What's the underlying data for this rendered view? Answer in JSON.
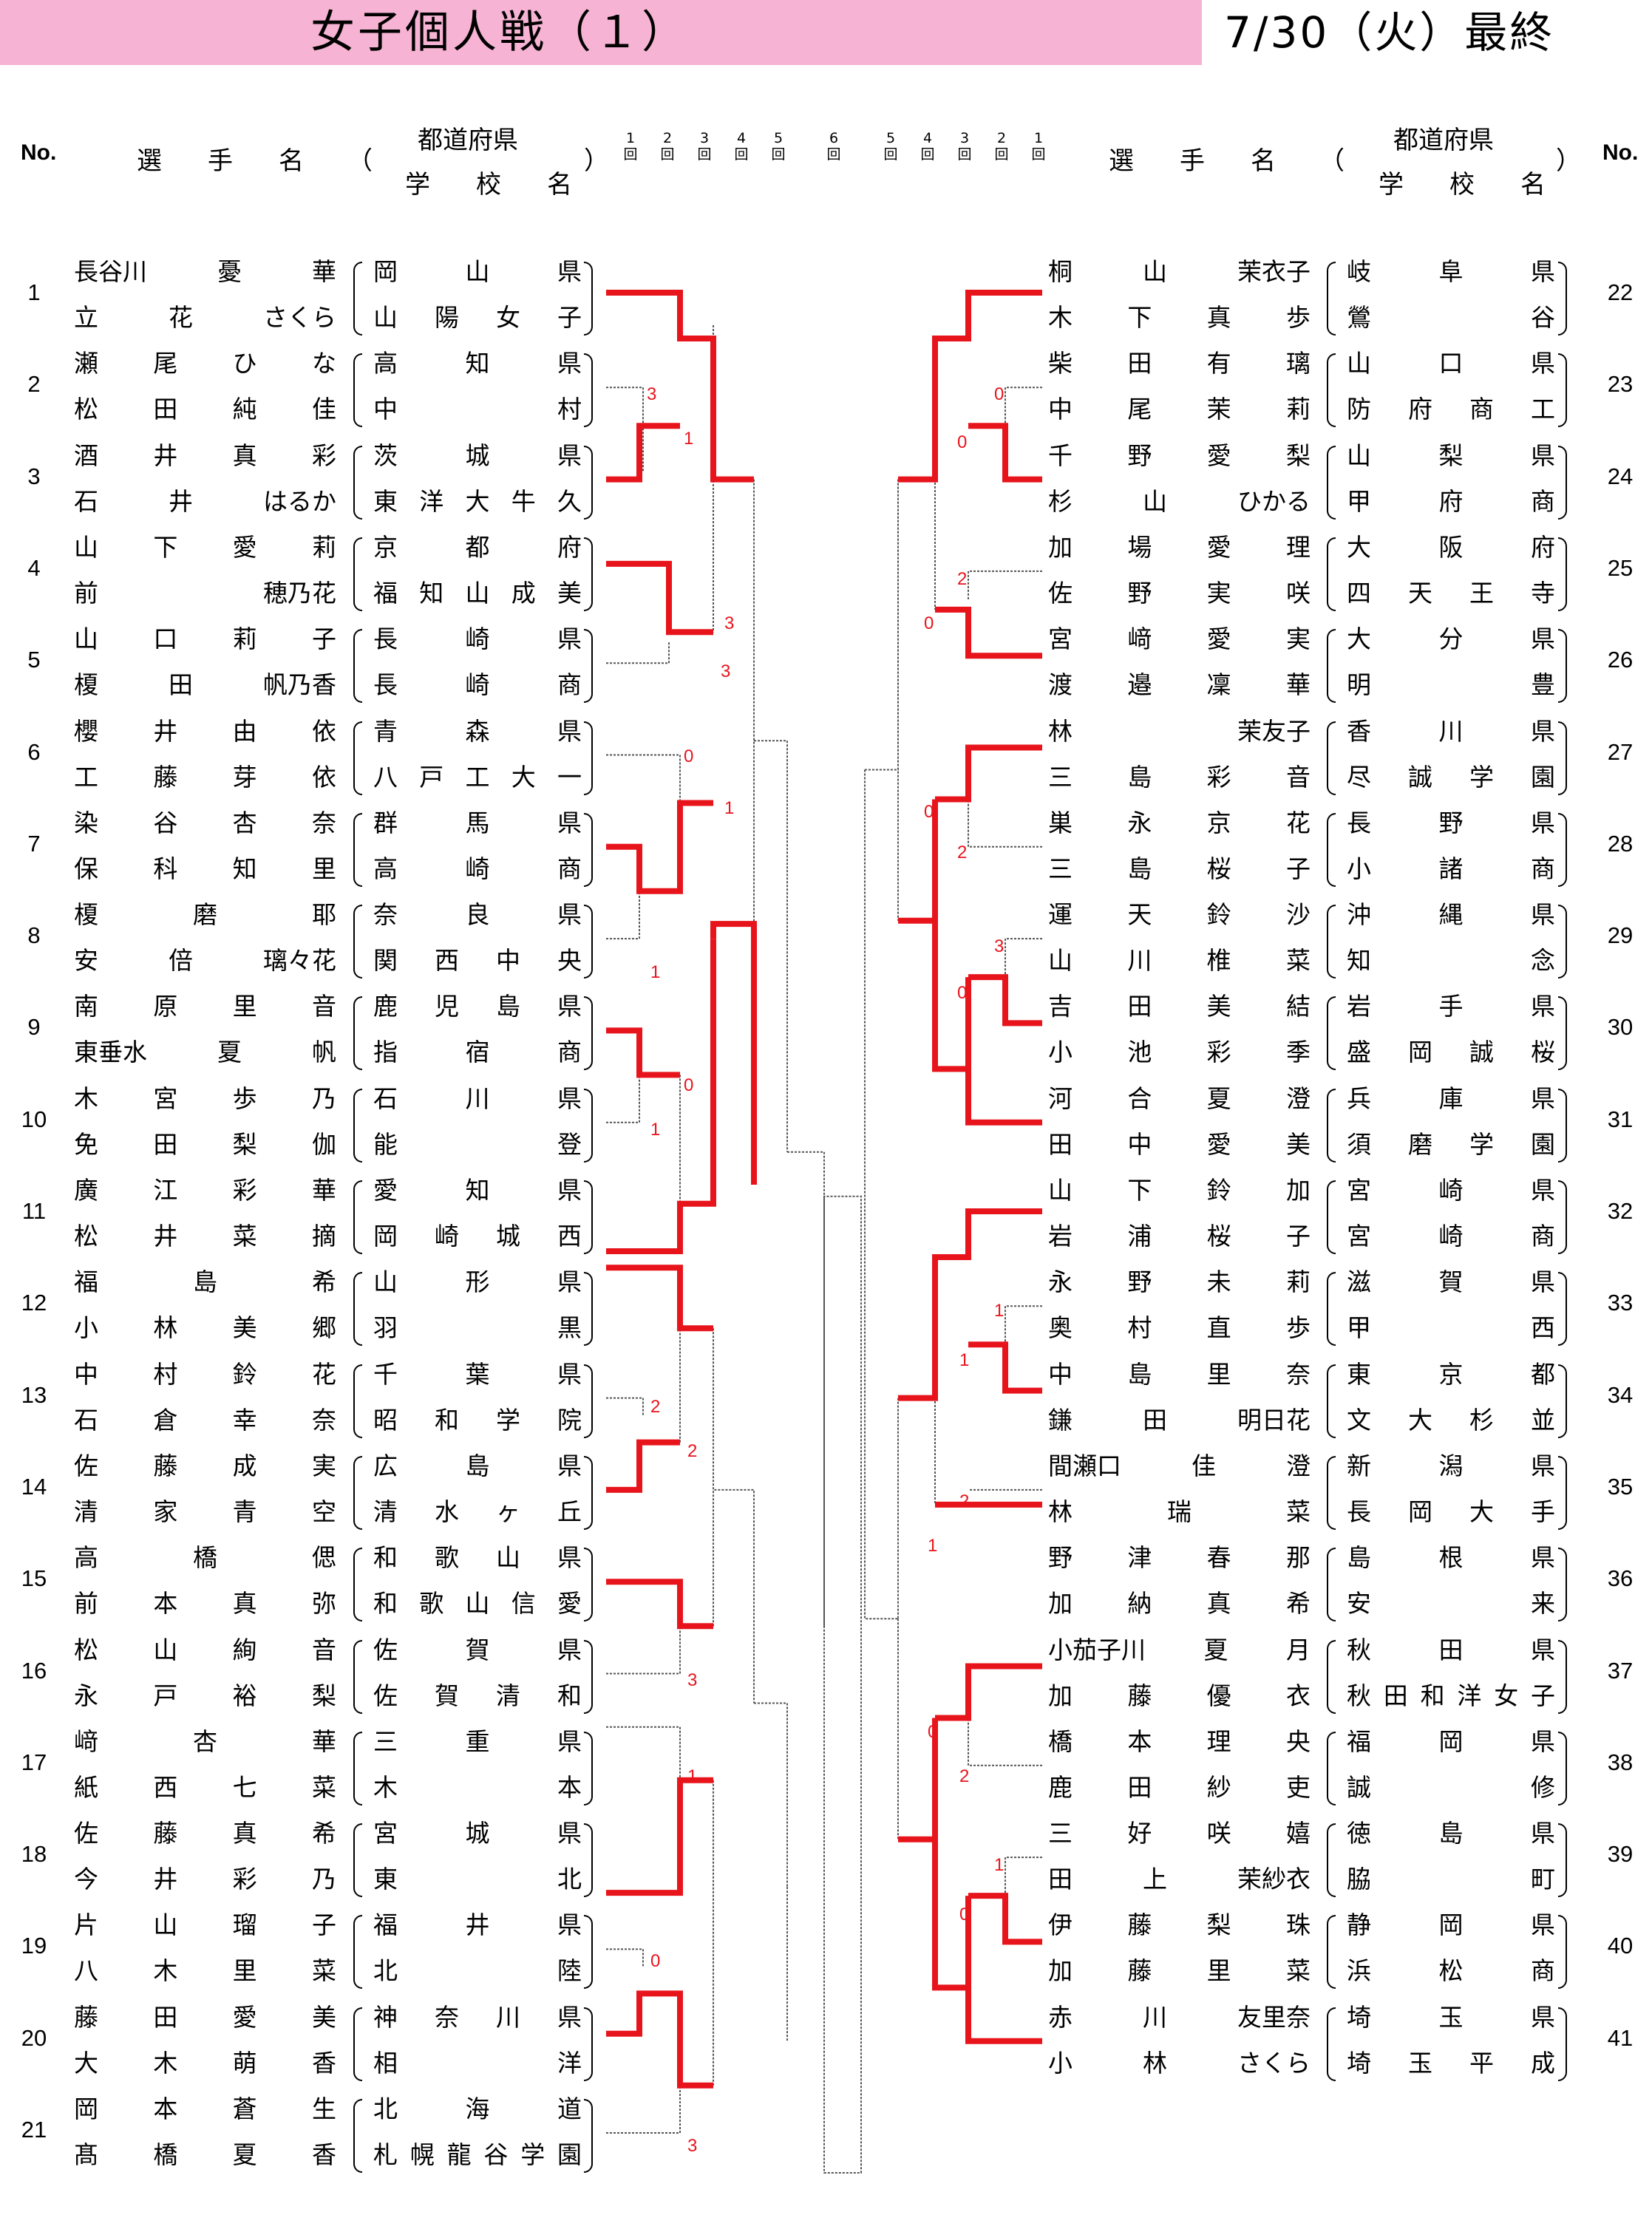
{
  "header": {
    "title": "女子個人戦（１）",
    "date": "7/30（火）最終",
    "no_label": "No.",
    "name_label": "選　手　名",
    "paren_open": "（",
    "paren_close": "）",
    "pref_label": "都道府県",
    "school_label": "学　校　名",
    "rounds_left": [
      "1\n回",
      "2\n回",
      "3\n回",
      "4\n回",
      "5\n回",
      "6\n回"
    ],
    "rounds_right": [
      "5\n回",
      "4\n回",
      "3\n回",
      "2\n回",
      "1\n回"
    ]
  },
  "colors": {
    "banner": "#f6b3d3",
    "win_line": "#e8141c",
    "score": "#e8141c"
  },
  "left_entries": [
    {
      "no": "1",
      "p1": "長谷川　憂　華",
      "p2": "立　花　さくら",
      "pref": "岡　山　県",
      "school": "山陽女子"
    },
    {
      "no": "2",
      "p1": "瀬　尾　ひ　な",
      "p2": "松　田　純　佳",
      "pref": "高　知　県",
      "school": "中　　　村"
    },
    {
      "no": "3",
      "p1": "酒　井　真　彩",
      "p2": "石　井　はるか",
      "pref": "茨　城　県",
      "school": "東洋大牛久"
    },
    {
      "no": "4",
      "p1": "山　下　愛　莉",
      "p2": "　前　　穂乃花",
      "pref": "京　都　府",
      "school": "福知山成美"
    },
    {
      "no": "5",
      "p1": "山　口　莉　子",
      "p2": "榎　田　帆乃香",
      "pref": "長　崎　県",
      "school": "長　崎　商"
    },
    {
      "no": "6",
      "p1": "櫻　井　由　依",
      "p2": "工　藤　芽　依",
      "pref": "青　森　県",
      "school": "八戸工大一"
    },
    {
      "no": "7",
      "p1": "染　谷　杏　奈",
      "p2": "保　科　知　里",
      "pref": "群　馬　県",
      "school": "高　崎　商"
    },
    {
      "no": "8",
      "p1": "　榎　　磨　耶",
      "p2": "安　倍　璃々花",
      "pref": "奈　良　県",
      "school": "関西中央"
    },
    {
      "no": "9",
      "p1": "南　原　里　音",
      "p2": "東垂水　夏　帆",
      "pref": "鹿児島県",
      "school": "指　宿　商"
    },
    {
      "no": "10",
      "p1": "木　宮　歩　乃",
      "p2": "免　田　梨　伽",
      "pref": "石　川　県",
      "school": "能　　　登"
    },
    {
      "no": "11",
      "p1": "廣　江　彩　華",
      "p2": "松　井　菜　摘",
      "pref": "愛　知　県",
      "school": "岡崎城西"
    },
    {
      "no": "12",
      "p1": "福　島　　　希",
      "p2": "小　林　美　郷",
      "pref": "山　形　県",
      "school": "羽　　　黒"
    },
    {
      "no": "13",
      "p1": "中　村　鈴　花",
      "p2": "石　倉　幸　奈",
      "pref": "千　葉　県",
      "school": "昭和学院"
    },
    {
      "no": "14",
      "p1": "佐　藤　成　実",
      "p2": "清　家　青　空",
      "pref": "広　島　県",
      "school": "清水ヶ丘"
    },
    {
      "no": "15",
      "p1": "高　橋　　　偲",
      "p2": "前　本　真　弥",
      "pref": "和歌山県",
      "school": "和歌山信愛"
    },
    {
      "no": "16",
      "p1": "松　山　絢　音",
      "p2": "永　戸　裕　梨",
      "pref": "佐　賀　県",
      "school": "佐賀清和"
    },
    {
      "no": "17",
      "p1": "　﨑　　杏　華",
      "p2": "紙　西　七　菜",
      "pref": "三　重　県",
      "school": "木　　　本"
    },
    {
      "no": "18",
      "p1": "佐　藤　真　希",
      "p2": "今　井　彩　乃",
      "pref": "宮　城　県",
      "school": "東　　　北"
    },
    {
      "no": "19",
      "p1": "片　山　瑠　子",
      "p2": "八　木　里　菜",
      "pref": "福　井　県",
      "school": "北　　　陸"
    },
    {
      "no": "20",
      "p1": "藤　田　愛　美",
      "p2": "大　木　萌　香",
      "pref": "神奈川県",
      "school": "相　　　洋"
    },
    {
      "no": "21",
      "p1": "岡　本　蒼　生",
      "p2": "髙　橋　夏　香",
      "pref": "北海道",
      "school": "札幌龍谷学園"
    }
  ],
  "right_entries": [
    {
      "no": "22",
      "p1": "桐　山　茉衣子",
      "p2": "木　下　真　歩",
      "pref": "岐　阜　県",
      "school": "鶯　　　谷"
    },
    {
      "no": "23",
      "p1": "柴　田　有　璃",
      "p2": "中　尾　茉　莉",
      "pref": "山　口　県",
      "school": "防府商工"
    },
    {
      "no": "24",
      "p1": "千　野　愛　梨",
      "p2": "杉　山　ひかる",
      "pref": "山　梨　県",
      "school": "甲　府　商"
    },
    {
      "no": "25",
      "p1": "加　場　愛　理",
      "p2": "佐　野　実　咲",
      "pref": "大　阪　府",
      "school": "四天王寺"
    },
    {
      "no": "26",
      "p1": "宮　﨑　愛　実",
      "p2": "渡　邉　凜　華",
      "pref": "大　分　県",
      "school": "明　　　豊"
    },
    {
      "no": "27",
      "p1": "　林　　茉友子",
      "p2": "三　島　彩　音",
      "pref": "香　川　県",
      "school": "尽誠学園"
    },
    {
      "no": "28",
      "p1": "巣　永　京　花",
      "p2": "三　島　桜　子",
      "pref": "長　野　県",
      "school": "小　諸　商"
    },
    {
      "no": "29",
      "p1": "運　天　鈴　沙",
      "p2": "山　川　椎　菜",
      "pref": "沖　縄　県",
      "school": "知　　　念"
    },
    {
      "no": "30",
      "p1": "吉　田　美　結",
      "p2": "小　池　彩　季",
      "pref": "岩　手　県",
      "school": "盛岡誠桜"
    },
    {
      "no": "31",
      "p1": "河　合　夏　澄",
      "p2": "田　中　愛　美",
      "pref": "兵　庫　県",
      "school": "須磨学園"
    },
    {
      "no": "32",
      "p1": "山　下　鈴　加",
      "p2": "岩　浦　桜　子",
      "pref": "宮　崎　県",
      "school": "宮　崎　商"
    },
    {
      "no": "33",
      "p1": "永　野　未　莉",
      "p2": "奥　村　直　歩",
      "pref": "滋　賀　県",
      "school": "甲　　　西"
    },
    {
      "no": "34",
      "p1": "中　島　里　奈",
      "p2": "鎌　田　明日花",
      "pref": "東　京　都",
      "school": "文大杉並"
    },
    {
      "no": "35",
      "p1": "間瀬口　佳　澄",
      "p2": "　林　　瑞　菜",
      "pref": "新　潟　県",
      "school": "長岡大手"
    },
    {
      "no": "36",
      "p1": "野　津　春　那",
      "p2": "加　納　真　希",
      "pref": "島　根　県",
      "school": "安　　　来"
    },
    {
      "no": "37",
      "p1": "小茄子川　夏　月",
      "p2": "加　藤　優　衣",
      "pref": "秋　田　県",
      "school": "秋田和洋女子"
    },
    {
      "no": "38",
      "p1": "橋　本　理　央",
      "p2": "鹿　田　紗　吏",
      "pref": "福　岡　県",
      "school": "誠　　　修"
    },
    {
      "no": "39",
      "p1": "三　好　咲　嬉",
      "p2": "田　上　茉紗衣",
      "pref": "徳　島　県",
      "school": "脇　　　町"
    },
    {
      "no": "40",
      "p1": "伊　藤　梨　珠",
      "p2": "加　藤　里　菜",
      "pref": "静　岡　県",
      "school": "浜　松　商"
    },
    {
      "no": "41",
      "p1": "赤　川　友里奈",
      "p2": "小　林　さくら",
      "pref": "埼　玉　県",
      "school": "埼玉平成"
    }
  ],
  "scores_left": [
    "3",
    "1",
    "3",
    "3",
    "0",
    "1",
    "1",
    "0",
    "1",
    "2",
    "2",
    "3",
    "1",
    "0",
    "3"
  ],
  "scores_right": [
    "0",
    "0",
    "2",
    "0",
    "0",
    "2",
    "3",
    "0",
    "1",
    "1",
    "2",
    "1",
    "0",
    "2",
    "1",
    "0"
  ]
}
